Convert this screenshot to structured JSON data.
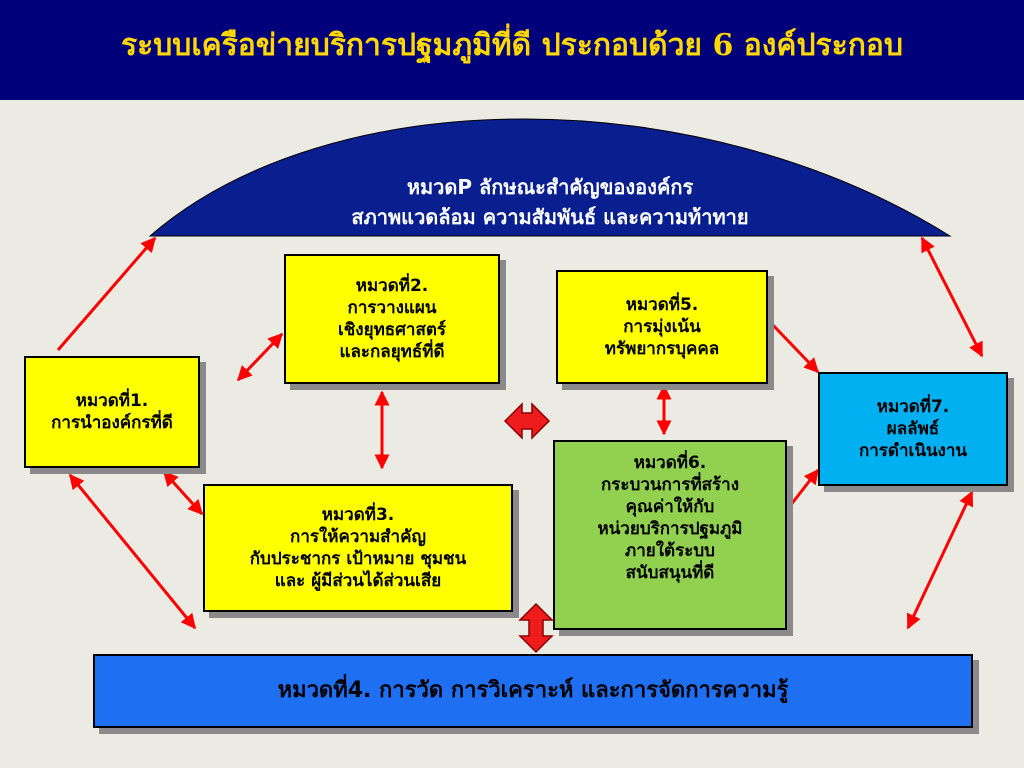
{
  "header": {
    "title": "ระบบเครือข่ายบริการปฐมภูมิที่ดี ประกอบด้วย 6 องค์ประกอบ"
  },
  "arch": {
    "line1": "หมวดP ลักษณะสำคัญขององค์กร",
    "line2": "สภาพแวดล้อม ความสัมพันธ์ และความท้าทาย"
  },
  "boxes": {
    "box1": {
      "line1": "หมวดที่1.",
      "line2": "การนำองค์กรที่ดี"
    },
    "box2": {
      "line1": "หมวดที่2.",
      "line2": "การวางแผน",
      "line3": "เชิงยุทธศาสตร์",
      "line4": "และกลยุทธ์ที่ดี"
    },
    "box3": {
      "line1": "หมวดที่3.",
      "line2": "การให้ความสำคัญ",
      "line3": "กับประชากร เป้าหมาย ชุมชน",
      "line4": "และ ผู้มีส่วนได้ส่วนเสีย"
    },
    "box4": {
      "line1": "หมวดที่4. การวัด การวิเคราะห์ และการจัดการความรู้"
    },
    "box5": {
      "line1": "หมวดที่5.",
      "line2": "การมุ่งเน้น",
      "line3": "ทรัพยากรบุคคล"
    },
    "box6": {
      "line1": "หมวดที่6.",
      "line2": "กระบวนการที่สร้าง",
      "line3": "คุณค่าให้กับ",
      "line4": "หน่วยบริการปฐมภูมิ",
      "line5": "ภายใต้ระบบ",
      "line6": "สนับสนุนที่ดี"
    },
    "box7": {
      "line1": "หมวดที่7.",
      "line2": "ผลลัพธ์",
      "line3": "การดำเนินงาน"
    }
  },
  "colors": {
    "header_bg": "#00007a",
    "title_text": "#ffd800",
    "arch_fill": "#0a1f8f",
    "arrow": "#ff0000",
    "box_yellow": "#ffff00",
    "box_green": "#92d050",
    "box_cyan": "#00b0f0",
    "box_blue": "#1f6ff2"
  }
}
